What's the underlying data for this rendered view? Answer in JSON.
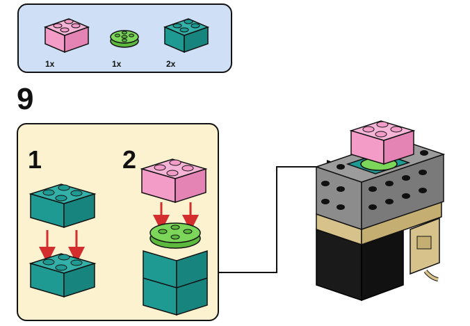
{
  "parts": [
    {
      "name": "pink-brick-2x2",
      "qty": "1x",
      "color": "#f29cc7"
    },
    {
      "name": "green-round-plate",
      "qty": "1x",
      "color": "#7bd65a"
    },
    {
      "name": "teal-brick-2x2",
      "qty": "2x",
      "color": "#1f9a92"
    }
  ],
  "step": {
    "number": "9"
  },
  "substeps": [
    {
      "number": "1"
    },
    {
      "number": "2"
    }
  ],
  "colors": {
    "pink": "#f29cc7",
    "teal": "#1f9a92",
    "green": "#7bd65a",
    "gray": "#8c8c8c",
    "black": "#1a1a1a",
    "tan": "#d6c28a",
    "arrow": "#d42d2d",
    "parts_bg": "#cfe0f6",
    "substep_bg": "#fcf2cf"
  }
}
